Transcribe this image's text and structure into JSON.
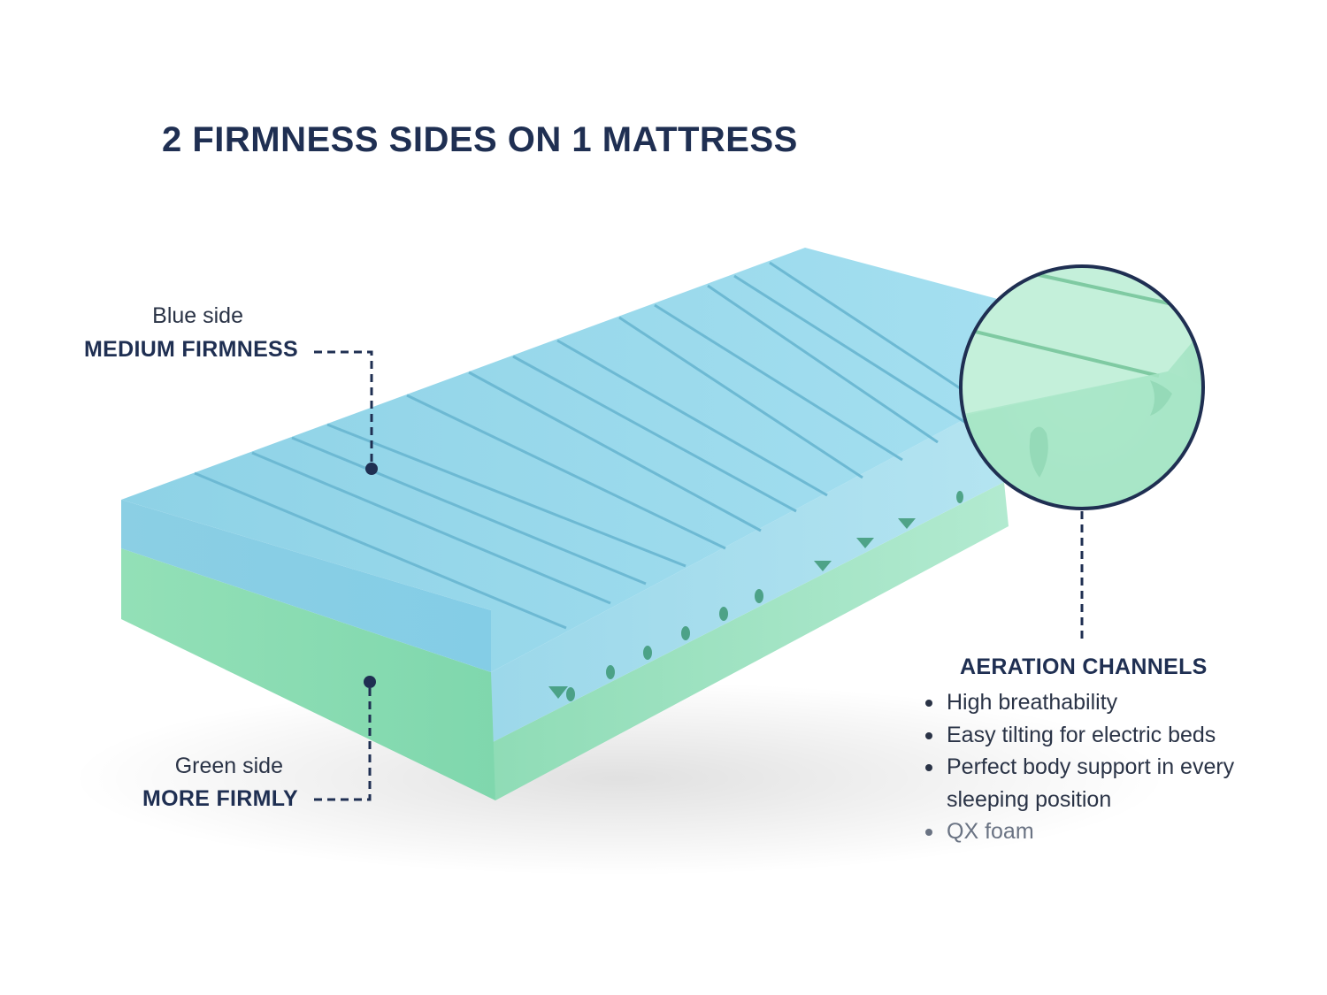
{
  "title": "2 FIRMNESS SIDES ON 1 MATTRESS",
  "blue_side": {
    "label": "Blue side",
    "firmness": "MEDIUM FIRMNESS"
  },
  "green_side": {
    "label": "Green side",
    "firmness": "MORE FIRMLY"
  },
  "aeration": {
    "heading": "AERATION CHANNELS",
    "bullets": [
      "High breathability",
      "Easy tilting for electric beds",
      "Perfect body support in every sleeping position",
      "QX foam"
    ]
  },
  "colors": {
    "navy": "#1f2f52",
    "blue_foam": "#8fd3e6",
    "green_foam": "#8ee0b8"
  }
}
